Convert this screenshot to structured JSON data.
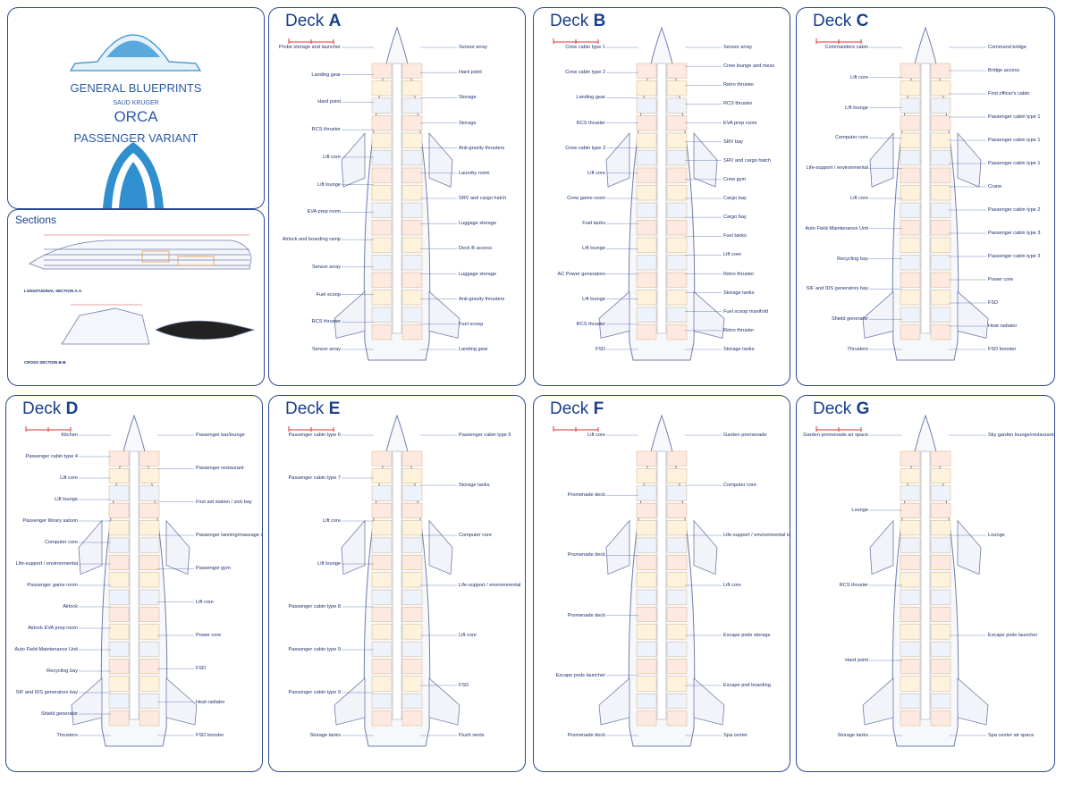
{
  "general": {
    "title": "GENERAL BLUEPRINTS",
    "author": "SAUD KRUGER",
    "ship": "ORCA",
    "variant": "PASSENGER VARIANT"
  },
  "sections": {
    "title": "Sections",
    "longitudinal": "LONGITUDINAL SECTION A-A",
    "cross": "CROSS SECTION B-B"
  },
  "decks": {
    "A": {
      "prefix": "Deck ",
      "letter": "A",
      "left": [
        "Probe storage and launcher",
        "Landing gear",
        "Hard point",
        "RCS thruster",
        "Lift core",
        "Lift lounge",
        "EVA prep room",
        "Airlock and boarding ramp",
        "Sensor array",
        "Fuel scoop",
        "RCS thruster",
        "Sensor array"
      ],
      "right": [
        "Sensor array",
        "Hard point",
        "Storage",
        "Storage",
        "Anti-gravity thrusters",
        "Laundry room",
        "SRV and cargo hatch",
        "Luggage storage",
        "Deck B access",
        "Luggage storage",
        "Anti-gravity thrusters",
        "Fuel scoop",
        "Landing gear"
      ]
    },
    "B": {
      "prefix": "Deck ",
      "letter": "B",
      "left": [
        "Crew cabin type 1",
        "Crew cabin type 2",
        "Landing gear",
        "RCS thruster",
        "Crew cabin type 3",
        "Lift core",
        "Crew game room",
        "Fuel tanks",
        "Lift lounge",
        "AC Power generators",
        "Lift lounge",
        "RCS thruster",
        "FSD"
      ],
      "right": [
        "Sensor array",
        "Crew lounge and mess",
        "Retro thruster",
        "RCS thruster",
        "EVA prep room",
        "SRV bay",
        "SRV and cargo hatch",
        "Crew gym",
        "Cargo bay",
        "Cargo bay",
        "Fuel tanks",
        "Lift core",
        "Retro thruster",
        "Storage tanks",
        "Fuel scoop manifold",
        "Retro thruster",
        "Storage tanks"
      ]
    },
    "C": {
      "prefix": "Deck ",
      "letter": "C",
      "left": [
        "Commanders cabin",
        "Lift core",
        "Lift lounge",
        "Computer core",
        "Life-support / environmental",
        "Lift core",
        "Auto Field-Maintenance Unit",
        "Recycling bay",
        "SIF and IDS generators bay",
        "Shield generator",
        "Thrusters"
      ],
      "right": [
        "Command bridge",
        "Bridge access",
        "First officer's cabin",
        "Passenger cabin type 1",
        "Passenger cabin type 1",
        "Passenger cabin type 1",
        "Crane",
        "Passenger cabin type 2",
        "Passenger cabin type 3",
        "Passenger cabin type 3",
        "Power core",
        "FSD",
        "Heat radiator",
        "FSD booster"
      ]
    },
    "D": {
      "prefix": "Deck ",
      "letter": "D",
      "left": [
        "Kitchen",
        "Passenger cabin type 4",
        "Lift core",
        "Lift lounge",
        "Passenger library saloon",
        "Computer core",
        "Life-support / environmental",
        "Passenger game room",
        "Airlock",
        "Airlock EVA prep room",
        "Auto Field-Maintenance Unit",
        "Recycling bay",
        "SIF and IDS generators bay",
        "Shield generator",
        "Thrusters"
      ],
      "right": [
        "Passenger bar/lounge",
        "Passenger restaurant",
        "First aid station / sick bay",
        "Passenger tanning/massage saloon",
        "Passenger gym",
        "Lift core",
        "Power core",
        "FSD",
        "Heat radiator",
        "FSD booster"
      ]
    },
    "E": {
      "prefix": "Deck ",
      "letter": "E",
      "left": [
        "Passenger cabin type 6",
        "Passenger cabin type 7",
        "Lift core",
        "Lift lounge",
        "Passenger cabin type 8",
        "Passenger cabin type 9",
        "Passenger cabin type 9",
        "Storage tanks"
      ],
      "right": [
        "Passenger cabin type 5",
        "Storage tanks",
        "Computer core",
        "Life-support / environmental",
        "Lift core",
        "FSD",
        "Flush vents"
      ]
    },
    "F": {
      "prefix": "Deck ",
      "letter": "F",
      "left": [
        "Lift core",
        "Promenade deck",
        "Promenade deck",
        "Promenade deck",
        "Escape pods launcher",
        "Promenade deck"
      ],
      "right": [
        "Garden promenade",
        "Computer core",
        "Life-support / environmental tanks",
        "Lift core",
        "Escape pods storage",
        "Escape pod boarding",
        "Spa center"
      ]
    },
    "G": {
      "prefix": "Deck ",
      "letter": "G",
      "left": [
        "Garden promenade air space",
        "Lounge",
        "RCS thruster",
        "Hard point",
        "Storage tanks"
      ],
      "right": [
        "Sky garden lounge/restaurant",
        "Lounge",
        "Escape pods launcher",
        "Spa center air space"
      ]
    }
  },
  "colors": {
    "frame": "#2b4a8e",
    "text": "#1c2f6e",
    "accent": "#2f8fcf",
    "hull": "#6f7ea8"
  }
}
